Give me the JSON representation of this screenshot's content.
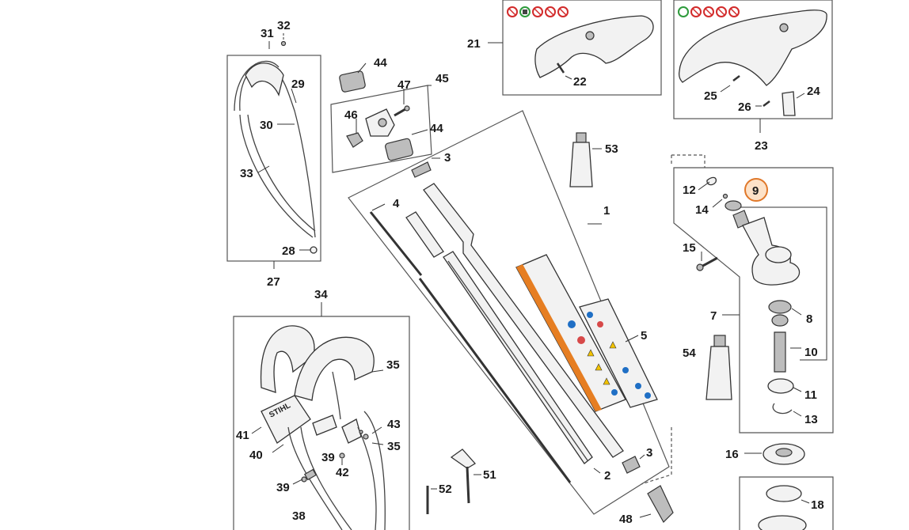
{
  "colors": {
    "highlight_fill": "#fde2c8",
    "highlight_stroke": "#e0782a",
    "line": "#333333",
    "warning_orange": "#e67e22",
    "sign_blue": "#1f6fc5",
    "sign_red": "#d22b2b",
    "sign_green": "#2e9b3c",
    "label_yellow": "#f2c200"
  },
  "highlighted_part": "9",
  "callouts": {
    "p1": "1",
    "p2": "2",
    "p3a": "3",
    "p3b": "3",
    "p4": "4",
    "p5": "5",
    "p7": "7",
    "p8": "8",
    "p9": "9",
    "p10": "10",
    "p11": "11",
    "p12": "12",
    "p13": "13",
    "p14": "14",
    "p15": "15",
    "p16": "16",
    "p18": "18",
    "p21": "21",
    "p22": "22",
    "p23": "23",
    "p24": "24",
    "p25": "25",
    "p26": "26",
    "p27": "27",
    "p28": "28",
    "p29": "29",
    "p30": "30",
    "p31": "31",
    "p32": "32",
    "p33": "33",
    "p34": "34",
    "p35a": "35",
    "p35b": "35",
    "p38": "38",
    "p39a": "39",
    "p39b": "39",
    "p40": "40",
    "p41": "41",
    "p42": "42",
    "p43": "43",
    "p44a": "44",
    "p44b": "44",
    "p45": "45",
    "p46": "46",
    "p47": "47",
    "p48": "48",
    "p51": "51",
    "p52": "52",
    "p53": "53",
    "p54": "54"
  },
  "harness_logo": "STIHL",
  "icons": {
    "guard_21_signs": [
      "prohibition-icon",
      "approved-icon",
      "prohibition-icon",
      "prohibition-icon",
      "prohibition-icon"
    ],
    "guard_23_signs": [
      "approved-icon",
      "prohibition-icon",
      "prohibition-icon",
      "prohibition-icon",
      "prohibition-icon"
    ]
  }
}
